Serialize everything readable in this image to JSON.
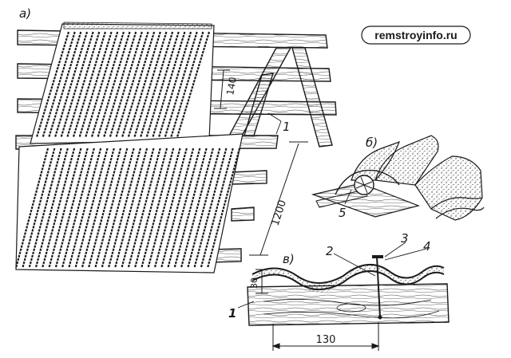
{
  "watermark": "remstroyinfo.ru",
  "figure_labels": {
    "a": "а)",
    "b": "б)",
    "v": "в)"
  },
  "callouts": {
    "c1": "1",
    "c1b": "1",
    "c2": "2",
    "c3": "3",
    "c4": "4",
    "c5": "5"
  },
  "dimensions": {
    "spacing": "140",
    "overlap": "1200",
    "height": "30",
    "width": "130"
  },
  "colors": {
    "ink": "#1a1a1a",
    "paper": "#ffffff"
  }
}
